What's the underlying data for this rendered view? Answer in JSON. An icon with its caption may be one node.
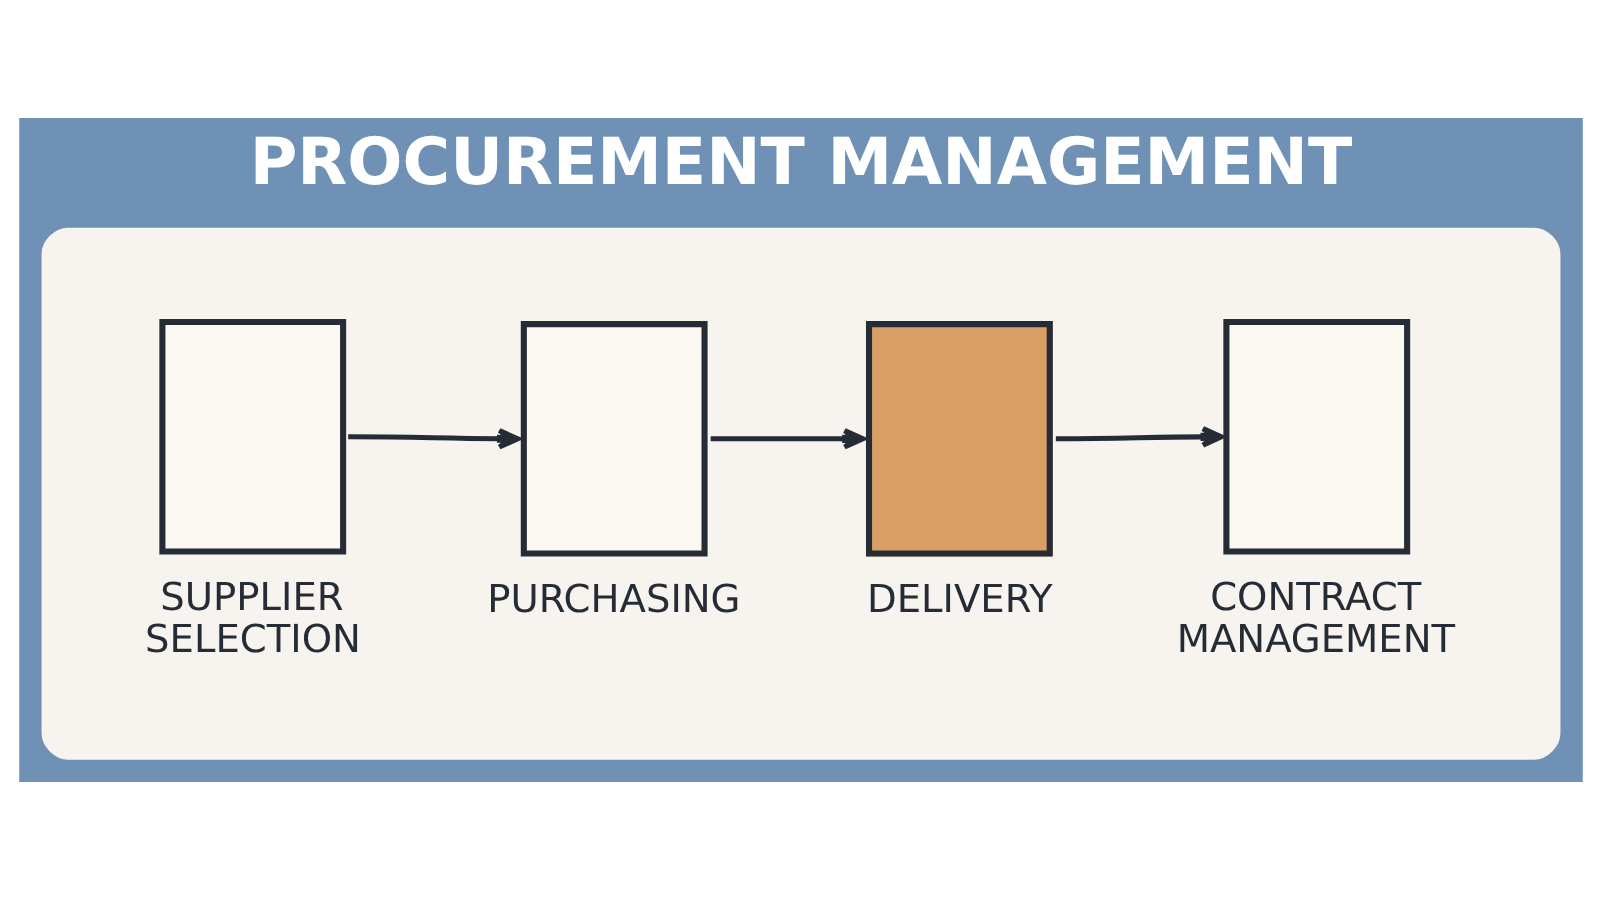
{
  "diagram": {
    "title": "PROCUREMENT MANAGEMENT",
    "nodes": [
      {
        "text": [],
        "shape": "box"
      },
      {
        "text": [
          "SUPPLIER SELECTION"
        ],
        "in": 0
      },
      {
        "text": [
          "PURCHASING"
        ],
        "in": 0
      },
      {
        "text": [
          "DELIVERY"
        ],
        "in": 0
      },
      {
        "text": [
          "CONTRACT MANAGEMENT"
        ],
        "in": 0
      }
    ],
    "edges": [
      {
        "from": 1,
        "to": 2,
        "arrow": "to"
      },
      {
        "from": 2,
        "to": 3,
        "arrow": "to"
      },
      {
        "from": 3,
        "to": 4,
        "arrow": "to"
      }
    ]
  }
}
